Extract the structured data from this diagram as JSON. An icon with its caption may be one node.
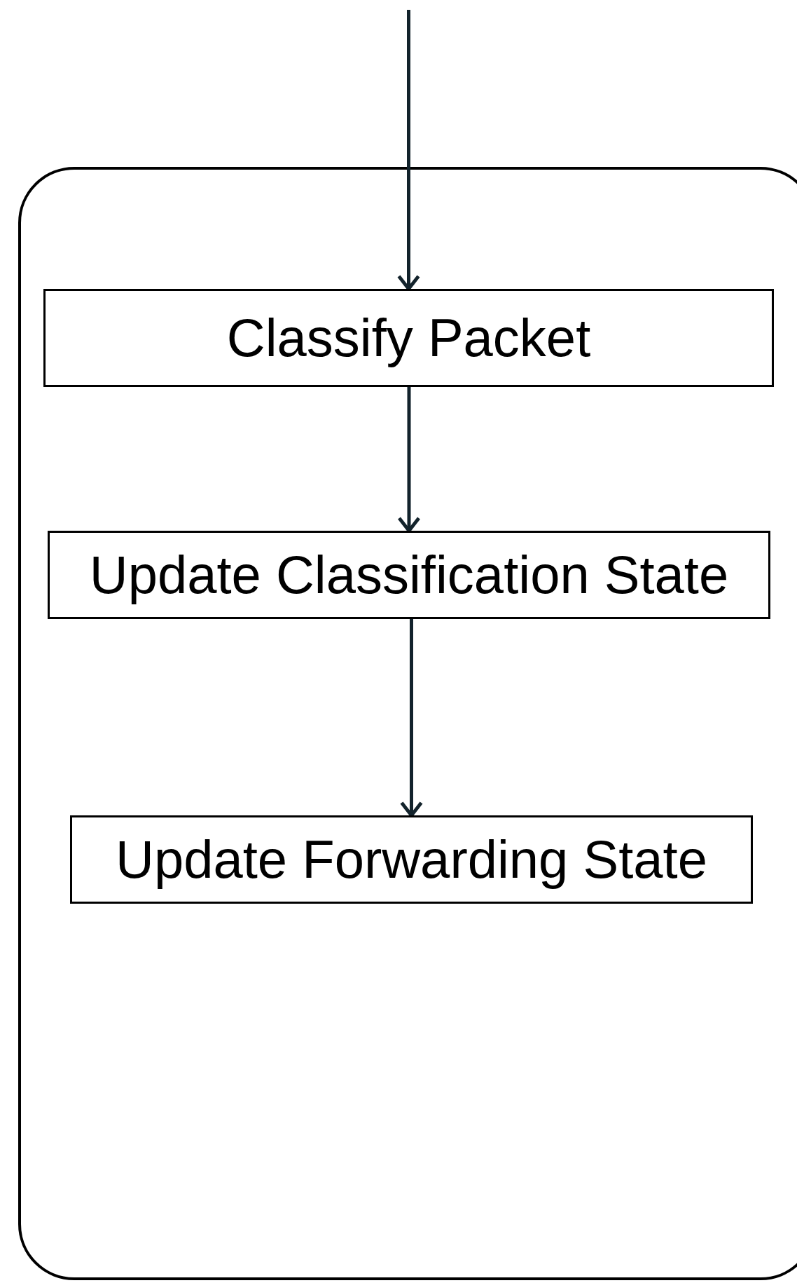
{
  "diagram": {
    "nodes": [
      {
        "text": [],
        "shape": "box"
      },
      {
        "text": [
          "Classify Packet"
        ],
        "in": 0
      },
      {
        "text": [
          "Update Classification State"
        ],
        "in": 0
      },
      {
        "text": [
          "Update Forwarding State"
        ],
        "in": 0
      }
    ],
    "edges": [
      {
        "from": null,
        "to": 1,
        "arrow": "to"
      },
      {
        "from": 1,
        "to": 2,
        "arrow": "to"
      },
      {
        "from": 2,
        "to": 3,
        "arrow": "to"
      }
    ]
  }
}
